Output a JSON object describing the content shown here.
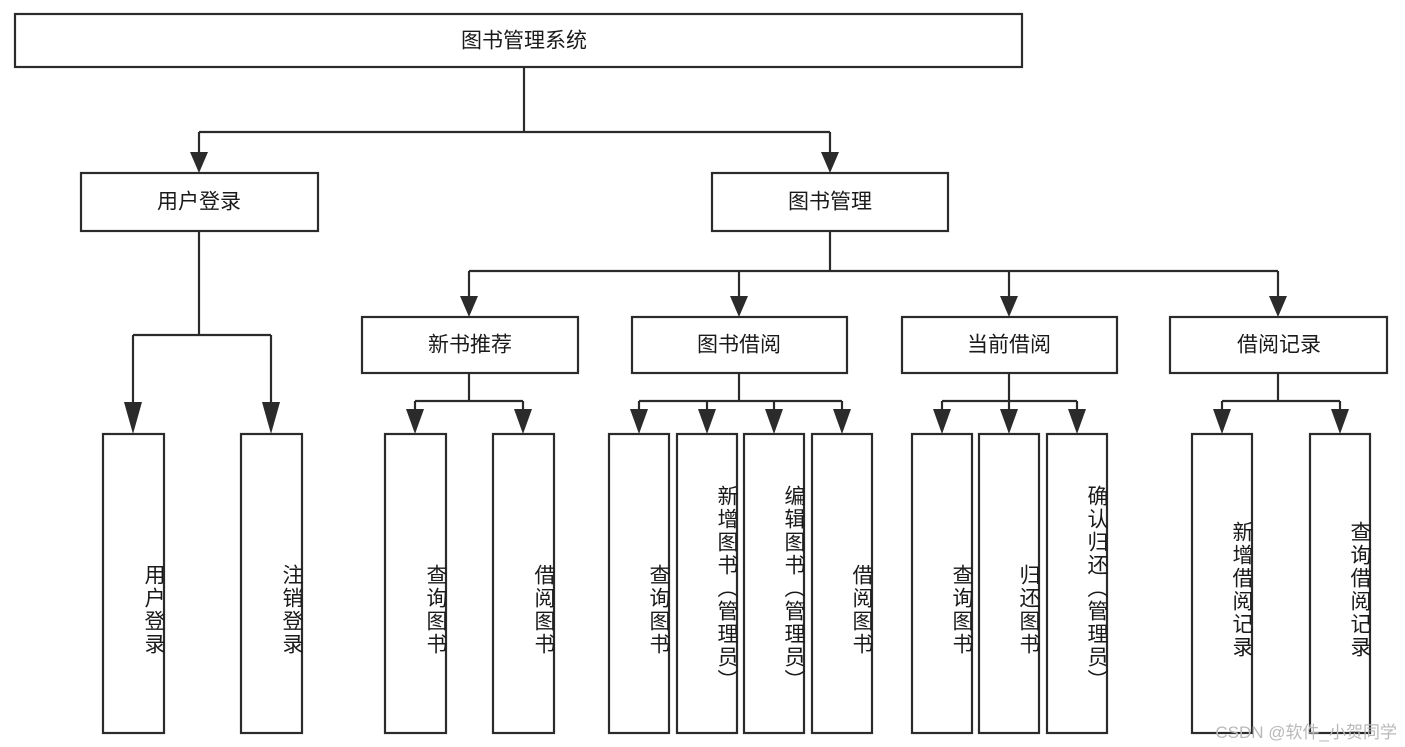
{
  "diagram": {
    "title": "图书管理系统",
    "type": "tree-hierarchy",
    "watermark": "CSDN @软件_小贺同学",
    "colors": {
      "stroke": "#2b2b2b",
      "fill": "#ffffff",
      "text": "#1a1a1a",
      "watermark": "#b9b9b9"
    },
    "root": {
      "label": "图书管理系统"
    },
    "level2": [
      {
        "label": "用户登录"
      },
      {
        "label": "图书管理"
      }
    ],
    "level3": [
      {
        "label": "新书推荐"
      },
      {
        "label": "图书借阅"
      },
      {
        "label": "当前借阅"
      },
      {
        "label": "借阅记录"
      }
    ],
    "leaves": [
      {
        "label": "用户登录",
        "parent": "用户登录"
      },
      {
        "label": "注销登录",
        "parent": "用户登录"
      },
      {
        "label": "查询图书",
        "parent": "新书推荐"
      },
      {
        "label": "借阅图书",
        "parent": "新书推荐"
      },
      {
        "label": "查询图书",
        "parent": "图书借阅"
      },
      {
        "label": "新增图书（管理员）",
        "parent": "图书借阅"
      },
      {
        "label": "编辑图书（管理员）",
        "parent": "图书借阅"
      },
      {
        "label": "借阅图书",
        "parent": "图书借阅"
      },
      {
        "label": "查询图书",
        "parent": "当前借阅"
      },
      {
        "label": "归还图书",
        "parent": "当前借阅"
      },
      {
        "label": "确认归还（管理员）",
        "parent": "当前借阅"
      },
      {
        "label": "新增借阅记录",
        "parent": "借阅记录"
      },
      {
        "label": "查询借阅记录",
        "parent": "借阅记录"
      }
    ]
  }
}
